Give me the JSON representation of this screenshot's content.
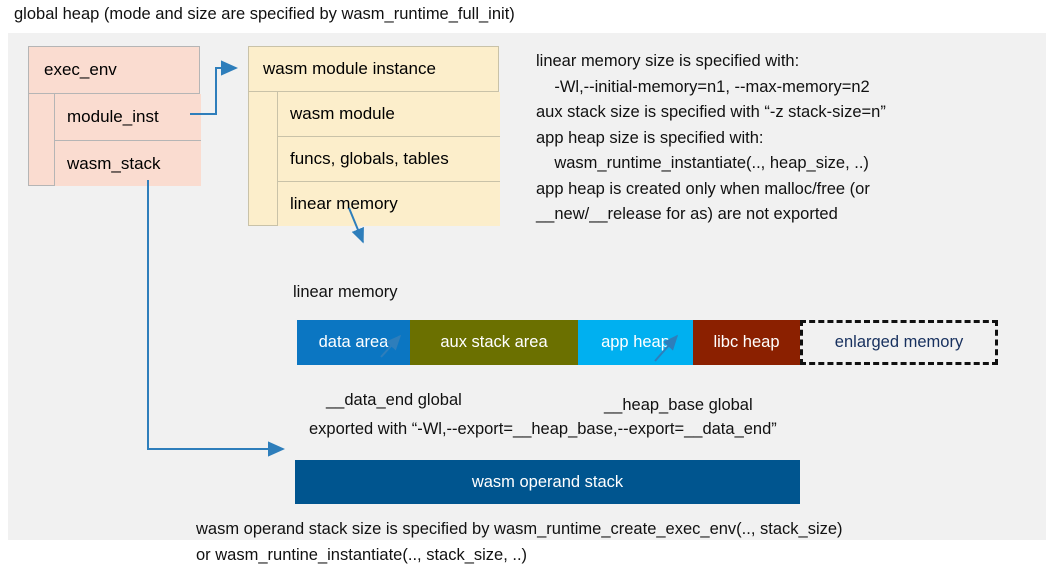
{
  "title": "global heap (mode and size are specified by wasm_runtime_full_init)",
  "exec_env": {
    "title": "exec_env",
    "rows": [
      {
        "label": "module_inst"
      },
      {
        "label": "wasm_stack"
      }
    ]
  },
  "module_instance": {
    "title": "wasm module instance",
    "rows": [
      {
        "label": "wasm module"
      },
      {
        "label": "funcs, globals, tables"
      },
      {
        "label": "linear memory"
      }
    ]
  },
  "notes": "linear memory size is specified with:\n    -Wl,--initial-memory=n1, --max-memory=n2\naux stack size is specified with “-z stack-size=n”\napp heap size is specified with:\n    wasm_runtime_instantiate(.., heap_size, ..)\napp heap is created only when malloc/free (or\n__new/__release for as) are not exported",
  "linear_memory": {
    "label": "linear memory",
    "segments": [
      {
        "label": "data area",
        "color": "#0b76c2",
        "width": 113
      },
      {
        "label": "aux stack area",
        "color": "#6b7000",
        "width": 168
      },
      {
        "label": "app heap",
        "color": "#00b0f0",
        "width": 115
      },
      {
        "label": "libc heap",
        "color": "#8b2000",
        "width": 107
      },
      {
        "label": "enlarged memory",
        "color": "transparent",
        "width": 198,
        "dashed": true
      }
    ]
  },
  "annotations": {
    "data_end": "__data_end global",
    "heap_base": "__heap_base global",
    "exported": "exported with “-Wl,--export=__heap_base,--export=__data_end”"
  },
  "operand_stack": {
    "label": "wasm operand stack",
    "note": "wasm operand stack size is specified by wasm_runtime_create_exec_env(.., stack_size)\nor wasm_runtine_instantiate(.., stack_size, ..)"
  },
  "colors": {
    "panel_bg": "#f1f1f1",
    "exec_env_fill": "#fadcd0",
    "module_fill": "#fceecb",
    "operand_stack_fill": "#00558f",
    "wire": "#2e7ebb"
  }
}
